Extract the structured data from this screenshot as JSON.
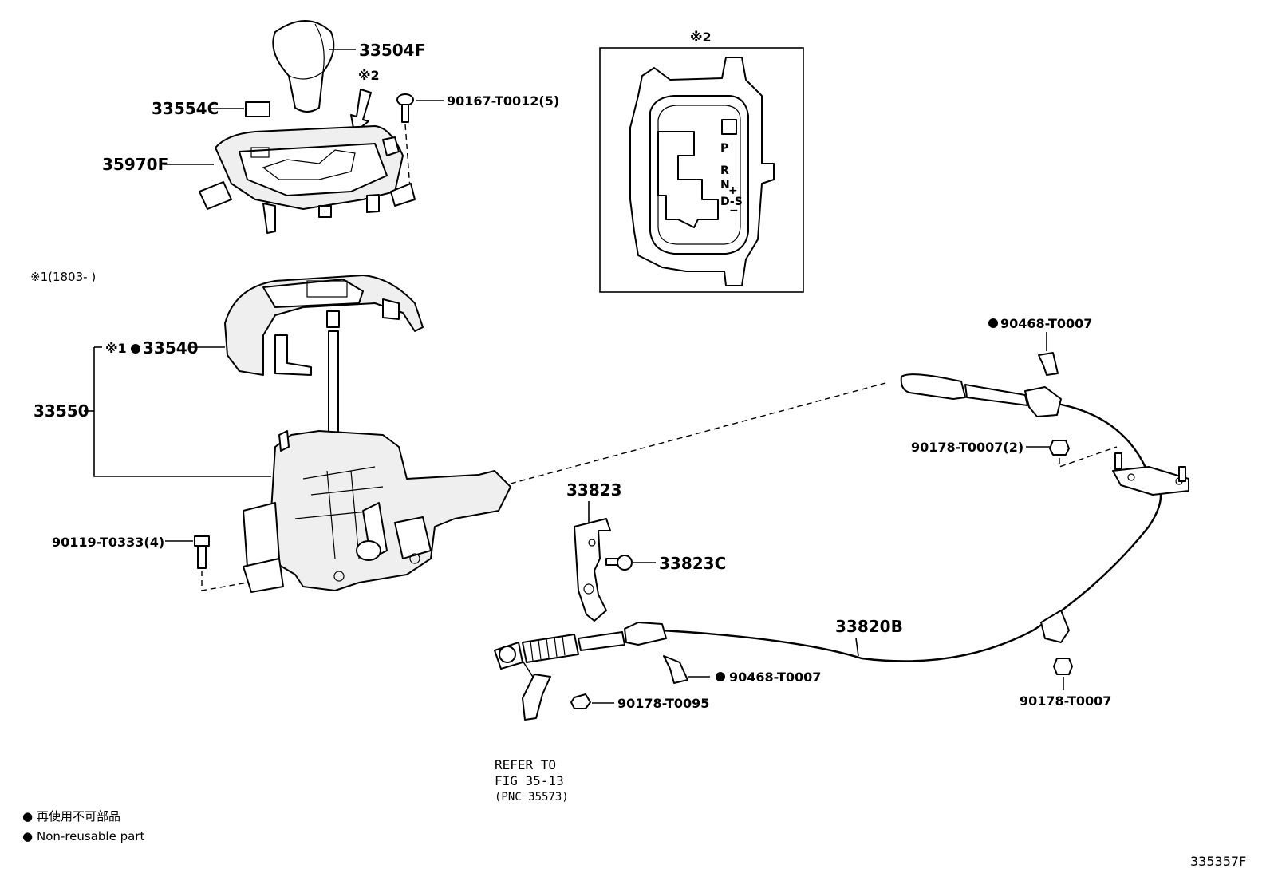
{
  "symbols": {
    "note_1": "※1",
    "note_2": "※2",
    "non_reusable_dot": "●"
  },
  "callouts": {
    "knob": "33504F",
    "clip": "33554C",
    "screw_cover": "90167-T0012(5)",
    "indicator_plate": "35970F",
    "view_note": "※2",
    "effective_date": "※1(1803-    )",
    "boot_number": "33540",
    "shift_lever_assy": "33550",
    "lever_bolt": "90119-T0333(4)",
    "bracket": "33823",
    "bracket_bolt": "33823C",
    "cable": "33820B",
    "upper_clip": "90468-T0007",
    "nut_pair": "90178-T0007(2)",
    "lower_clip": "90468-T0007",
    "lower_nut": "90178-T0095",
    "right_nut": "90178-T0007"
  },
  "detail_view": {
    "title": "※2",
    "positions": [
      "P",
      "R",
      "N",
      "D-S",
      "+",
      "−"
    ]
  },
  "refer": {
    "line1": "REFER TO",
    "line2": "FIG 35-13",
    "line3": "(PNC 35573)"
  },
  "legend": {
    "jp": "再使用不可部品",
    "en": "Non-reusable part"
  },
  "figure_id": "335357F"
}
